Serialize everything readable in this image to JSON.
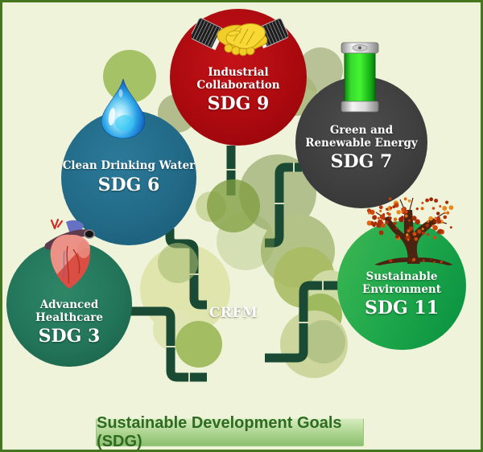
{
  "figure": {
    "background_color": "#eff3d9",
    "border_color": "#45761f",
    "pipe_color": "#1a4a33",
    "trunk_color": "#786a4c"
  },
  "trunk": {
    "label": "CRFM"
  },
  "banner": {
    "label": "Sustainable Development Goals (SDG)",
    "text_color": "#2e6b21",
    "background_color": "#b2d896"
  },
  "nodes": [
    {
      "title": "Industrial Collaboration",
      "sdg": "SDG 9",
      "icon": "handshake-icon",
      "color": "#ab0a0f"
    },
    {
      "title": "Green and Renewable Energy",
      "sdg": "SDG 7",
      "icon": "battery-icon",
      "color": "#3f3f3f"
    },
    {
      "title": "Clean Drinking Water",
      "sdg": "SDG 6",
      "icon": "water-drop-icon",
      "color": "#226a87"
    },
    {
      "title": "Advanced Healthcare",
      "sdg": "SDG 3",
      "icon": "anatomical-heart-icon",
      "color": "#23755a"
    },
    {
      "title": "Sustainable Environment",
      "sdg": "SDG 11",
      "icon": "autumn-tree-icon",
      "color": "#21a94c"
    }
  ]
}
